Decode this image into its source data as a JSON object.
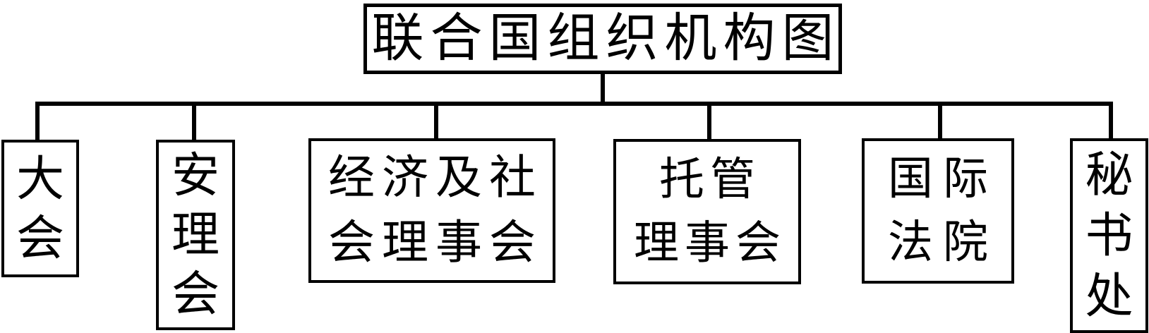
{
  "diagram": {
    "type": "org-chart",
    "title": "联合国组织机构图",
    "colors": {
      "background": "#ffffff",
      "line": "#000000",
      "text": "#000000"
    },
    "root": {
      "label": "联合国组织机构图"
    },
    "children": [
      {
        "label": "大会",
        "lines": [
          "大",
          "会"
        ],
        "orientation": "vertical"
      },
      {
        "label": "安理会",
        "lines": [
          "安",
          "理",
          "会"
        ],
        "orientation": "vertical"
      },
      {
        "label": "经济及社会理事会",
        "lines": [
          "经济及社",
          "会理事会"
        ],
        "orientation": "horizontal"
      },
      {
        "label": "托管理事会",
        "lines": [
          "托管",
          "理事会"
        ],
        "orientation": "horizontal"
      },
      {
        "label": "国际法院",
        "lines": [
          "国际",
          "法院"
        ],
        "orientation": "horizontal"
      },
      {
        "label": "秘书处",
        "lines": [
          "秘",
          "书",
          "处"
        ],
        "orientation": "vertical"
      }
    ]
  }
}
